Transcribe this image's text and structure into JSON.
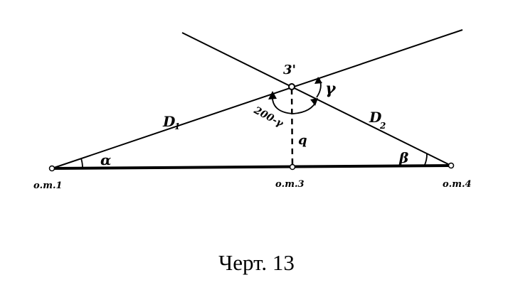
{
  "points": {
    "p1": "о.т.1",
    "p3": "о.т.3",
    "p4": "о.т.4",
    "p3prime": "3'"
  },
  "segments": {
    "d1": "D",
    "d1_sub": "1",
    "d2": "D",
    "d2_sub": "2",
    "q": "q"
  },
  "angles": {
    "alpha": "α",
    "beta": "β",
    "gamma": "γ",
    "supplement": "200-γ"
  },
  "caption": "Черт. 13"
}
